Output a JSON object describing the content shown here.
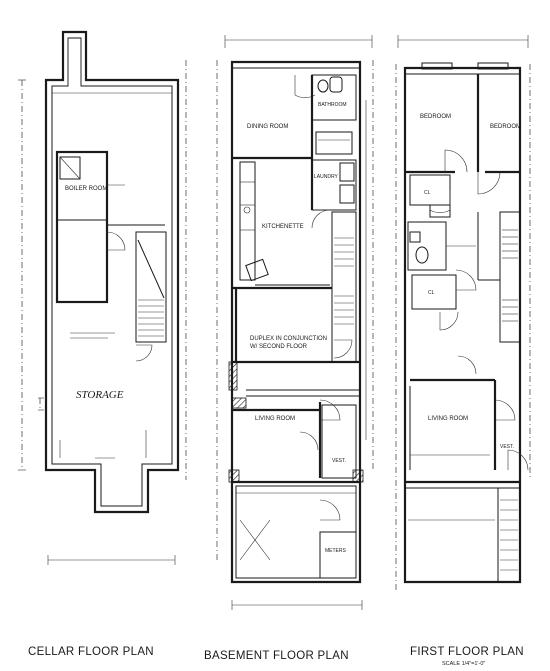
{
  "captions": {
    "cellar": "CELLAR FLOOR PLAN",
    "basement": "BASEMENT FLOOR PLAN",
    "first": "FIRST FLOOR PLAN",
    "scale": "SCALE 1/4\"=1'-0\""
  },
  "rooms": {
    "boiler": "BOILER ROOM",
    "storage": "STORAGE",
    "dining": "DINING ROOM",
    "bathroom": "BATHROOM",
    "laundry": "LAUNDRY",
    "kitchenette": "KITCHENETTE",
    "duplex_1": "DUPLEX IN CONJUNCTION",
    "duplex_2": "W/ SECOND FLOOR",
    "living_b": "LIVING ROOM",
    "vest_b": "VEST.",
    "meters": "METERS",
    "bedroom_1": "BEDROOM",
    "bedroom_2": "BEDROOM",
    "cl_1": "CL",
    "cl_2": "CL",
    "living_f": "LIVING ROOM",
    "vest_f": "VEST."
  }
}
